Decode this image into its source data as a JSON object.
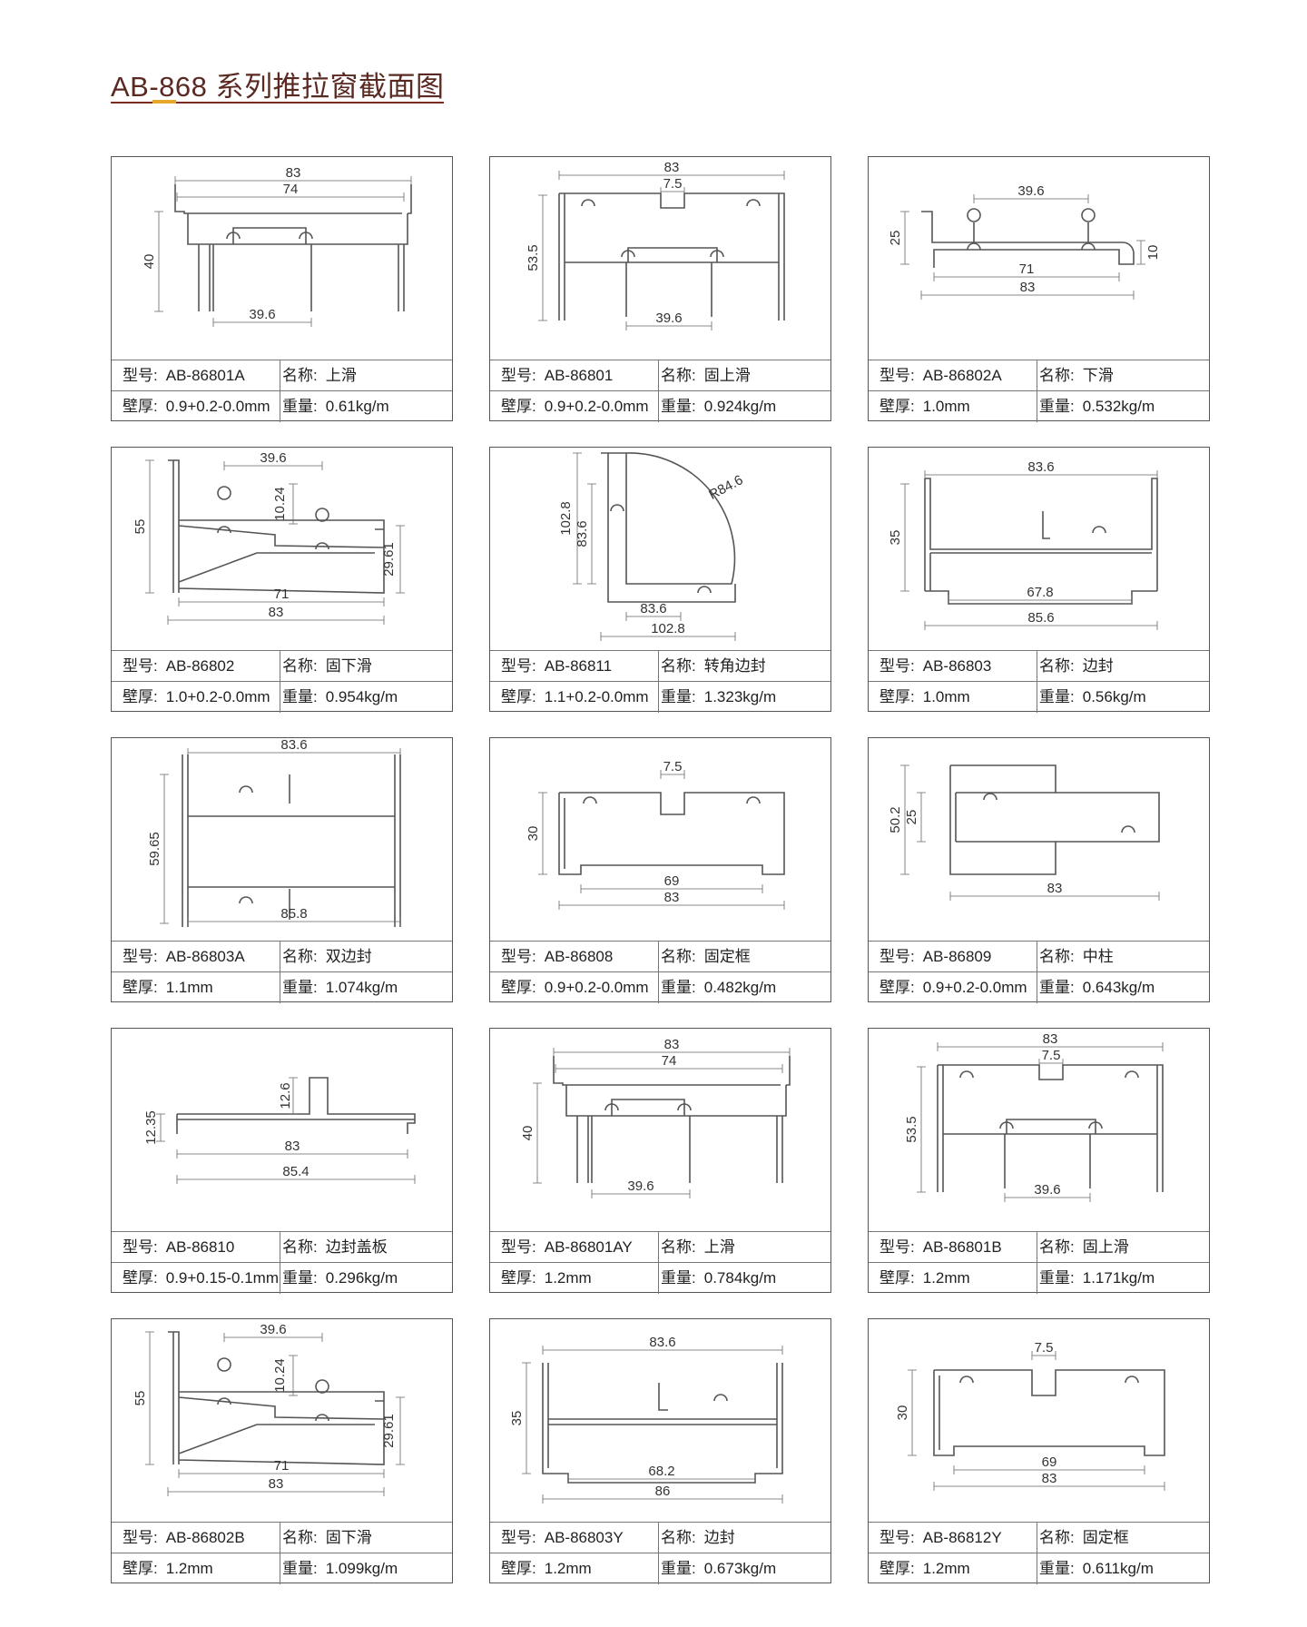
{
  "page_title": "AB-868 系列推拉窗截面图",
  "labels": {
    "model": "型号:",
    "name": "名称:",
    "thickness": "壁厚:",
    "weight": "重量:"
  },
  "colors": {
    "title": "#5a2a22",
    "rule": "#7a2b24",
    "accent": "#e5a82a",
    "line": "#555555"
  },
  "cards": [
    {
      "model": "AB-86801A",
      "name": "上滑",
      "thickness": "0.9+0.2-0.0mm",
      "weight": "0.61kg/m",
      "dims": [
        "83",
        "74",
        "40",
        "39.6"
      ]
    },
    {
      "model": "AB-86801",
      "name": "固上滑",
      "thickness": "0.9+0.2-0.0mm",
      "weight": "0.924kg/m",
      "dims": [
        "83",
        "7.5",
        "53.5",
        "39.6"
      ]
    },
    {
      "model": "AB-86802A",
      "name": "下滑",
      "thickness": "1.0mm",
      "weight": "0.532kg/m",
      "dims": [
        "39.6",
        "25",
        "10",
        "71",
        "83"
      ]
    },
    {
      "model": "AB-86802",
      "name": "固下滑",
      "thickness": "1.0+0.2-0.0mm",
      "weight": "0.954kg/m",
      "dims": [
        "39.6",
        "10.24",
        "55",
        "29.61",
        "71",
        "83"
      ]
    },
    {
      "model": "AB-86811",
      "name": "转角边封",
      "thickness": "1.1+0.2-0.0mm",
      "weight": "1.323kg/m",
      "dims": [
        "R84.6",
        "102.8",
        "83.6",
        "83.6",
        "102.8"
      ]
    },
    {
      "model": "AB-86803",
      "name": "边封",
      "thickness": "1.0mm",
      "weight": "0.56kg/m",
      "dims": [
        "83.6",
        "35",
        "67.8",
        "85.6"
      ]
    },
    {
      "model": "AB-86803A",
      "name": "双边封",
      "thickness": "1.1mm",
      "weight": "1.074kg/m",
      "dims": [
        "83.6",
        "59.65",
        "85.8"
      ]
    },
    {
      "model": "AB-86808",
      "name": "固定框",
      "thickness": "0.9+0.2-0.0mm",
      "weight": "0.482kg/m",
      "dims": [
        "7.5",
        "30",
        "69",
        "83"
      ]
    },
    {
      "model": "AB-86809",
      "name": "中柱",
      "thickness": "0.9+0.2-0.0mm",
      "weight": "0.643kg/m",
      "dims": [
        "50.2",
        "25",
        "83"
      ]
    },
    {
      "model": "AB-86810",
      "name": "边封盖板",
      "thickness": "0.9+0.15-0.1mm",
      "weight": "0.296kg/m",
      "dims": [
        "12.6",
        "12.35",
        "83",
        "85.4"
      ]
    },
    {
      "model": "AB-86801AY",
      "name": "上滑",
      "thickness": "1.2mm",
      "weight": "0.784kg/m",
      "dims": [
        "83",
        "74",
        "40",
        "39.6"
      ]
    },
    {
      "model": "AB-86801B",
      "name": "固上滑",
      "thickness": "1.2mm",
      "weight": "1.171kg/m",
      "dims": [
        "83",
        "7.5",
        "53.5",
        "39.6"
      ]
    },
    {
      "model": "AB-86802B",
      "name": "固下滑",
      "thickness": "1.2mm",
      "weight": "1.099kg/m",
      "dims": [
        "39.6",
        "10.24",
        "55",
        "29.61",
        "71",
        "83"
      ]
    },
    {
      "model": "AB-86803Y",
      "name": "边封",
      "thickness": "1.2mm",
      "weight": "0.673kg/m",
      "dims": [
        "83.6",
        "35",
        "68.2",
        "86"
      ]
    },
    {
      "model": "AB-86812Y",
      "name": "固定框",
      "thickness": "1.2mm",
      "weight": "0.611kg/m",
      "dims": [
        "7.5",
        "30",
        "69",
        "83"
      ]
    }
  ]
}
